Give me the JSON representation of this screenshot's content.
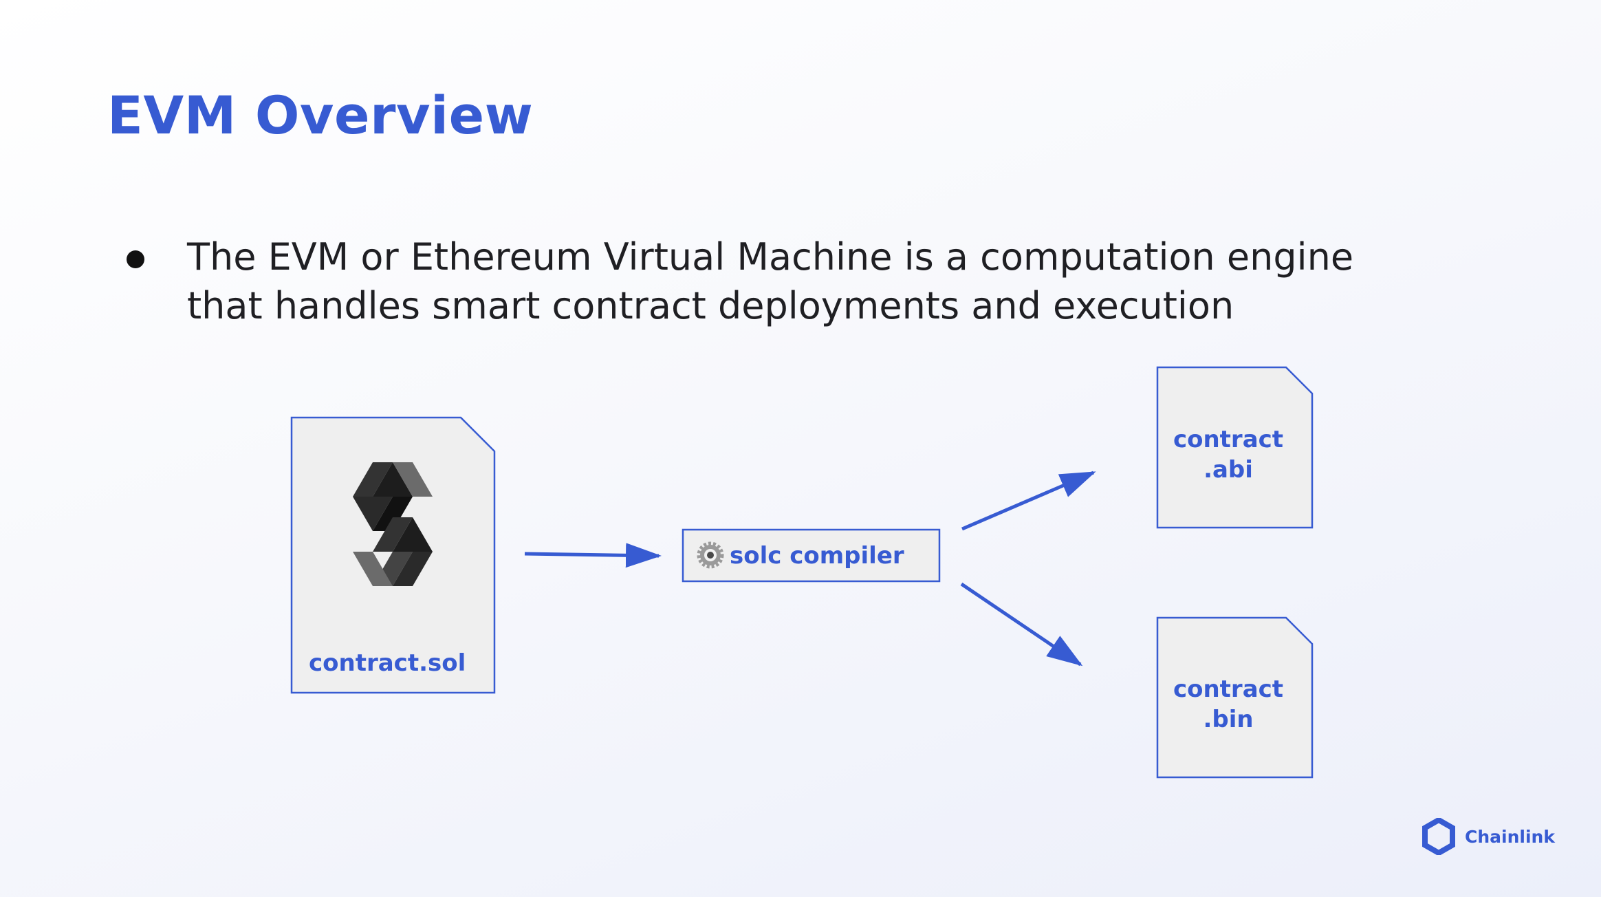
{
  "slide": {
    "title": "EVM Overview",
    "bullets": [
      {
        "line1": "The EVM or Ethereum Virtual Machine is a computation engine",
        "line2": "that handles smart contract deployments and execution"
      }
    ]
  },
  "diagram": {
    "source_file": {
      "label": "contract.sol",
      "icon": "solidity-logo-icon"
    },
    "compiler": {
      "label": "solc compiler",
      "icon": "gear-icon"
    },
    "outputs": [
      {
        "line1": "contract",
        "line2": ".abi"
      },
      {
        "line1": "contract",
        "line2": ".bin"
      }
    ]
  },
  "brand": {
    "name": "Chainlink",
    "icon": "chainlink-hexagon-icon"
  },
  "colors": {
    "accent": "#375bd2",
    "file_fill": "#efefef",
    "text": "#1f1f23"
  }
}
